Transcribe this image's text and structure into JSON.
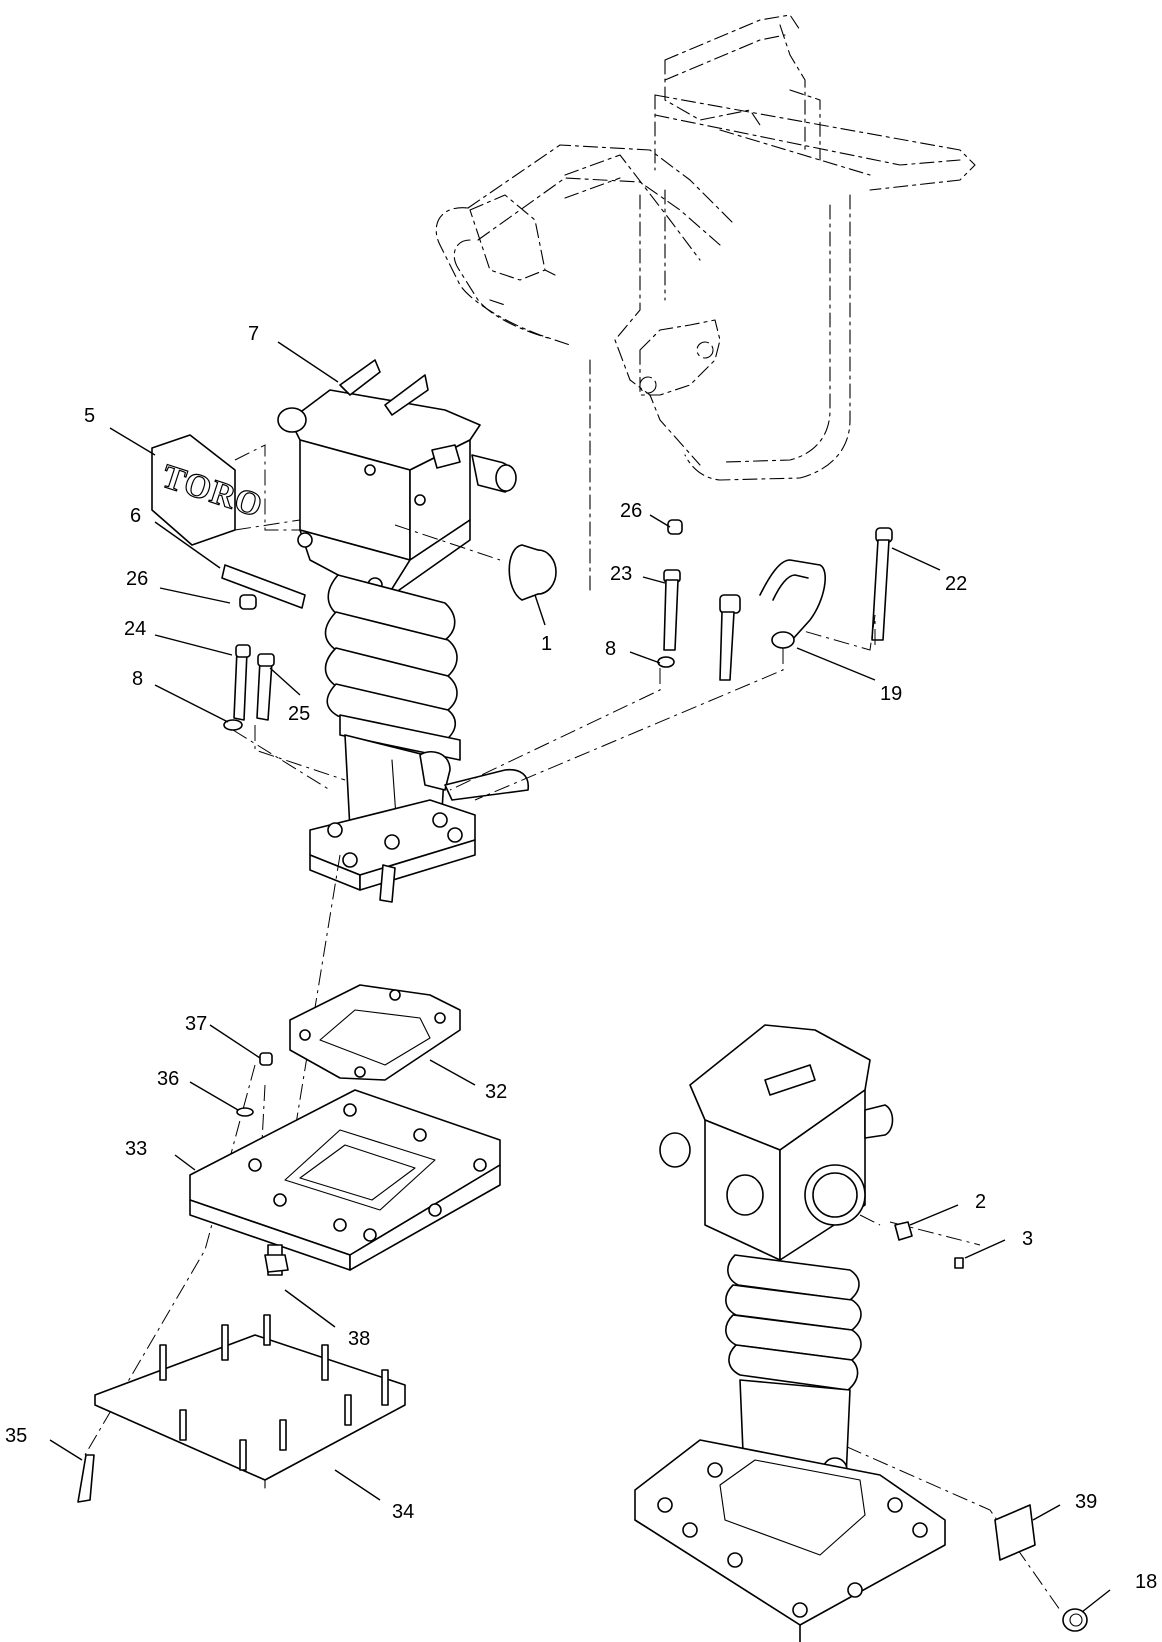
{
  "logo": {
    "text": "TORO"
  },
  "callouts": [
    {
      "id": "1",
      "label": "1"
    },
    {
      "id": "2",
      "label": "2"
    },
    {
      "id": "3",
      "label": "3"
    },
    {
      "id": "5",
      "label": "5"
    },
    {
      "id": "6",
      "label": "6"
    },
    {
      "id": "7",
      "label": "7"
    },
    {
      "id": "8a",
      "label": "8"
    },
    {
      "id": "8b",
      "label": "8"
    },
    {
      "id": "18",
      "label": "18"
    },
    {
      "id": "19",
      "label": "19"
    },
    {
      "id": "22",
      "label": "22"
    },
    {
      "id": "23",
      "label": "23"
    },
    {
      "id": "24",
      "label": "24"
    },
    {
      "id": "25",
      "label": "25"
    },
    {
      "id": "26a",
      "label": "26"
    },
    {
      "id": "26b",
      "label": "26"
    },
    {
      "id": "32",
      "label": "32"
    },
    {
      "id": "33",
      "label": "33"
    },
    {
      "id": "34",
      "label": "34"
    },
    {
      "id": "35",
      "label": "35"
    },
    {
      "id": "36",
      "label": "36"
    },
    {
      "id": "37",
      "label": "37"
    },
    {
      "id": "38",
      "label": "38"
    },
    {
      "id": "39",
      "label": "39"
    }
  ]
}
